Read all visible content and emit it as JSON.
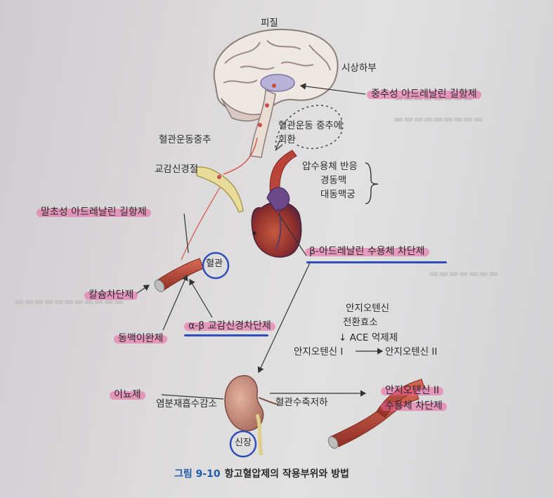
{
  "labels": {
    "cortex": "피질",
    "hypothalamus": "시상하부",
    "central_agonist": "중추성 아드레날린 길항제",
    "vasomotor_center": "혈관운동중추",
    "feedback_line1": "혈관운동 중추에",
    "feedback_line2": "회환",
    "ganglion": "교감신경절",
    "baro_line1": "압수용체 반응",
    "baro_line2": "경동맥",
    "baro_line3": "대동맥궁",
    "peripheral_agonist": "말초성 아드레날린 길항제",
    "vessel": "혈관",
    "ca_blocker": "칼슘차단제",
    "vasodilator": "동맥이완제",
    "ab_blocker": "α-β 교감신경차단제",
    "beta_blocker": "β-아드레날린 수용체 차단제",
    "angiotensinogen": "안지오텐신",
    "converting_enzyme": "전환효소",
    "ace_inhibitor": "↓ ACE 억제제",
    "ang1": "안지오텐신 I",
    "ang2": "안지오텐신 II",
    "diuretic": "이뇨제",
    "reabsorption": "염분재흡수감소",
    "vasoconstriction": "혈관수축저하",
    "arb_line1": "안지오텐신 II",
    "arb_line2": "수용체 차단제",
    "kidney": "신장"
  },
  "caption": {
    "number": "그림 9-10",
    "title": "항고혈압제의 작용부위와 방법"
  },
  "colors": {
    "highlight": "#ec60a0",
    "blue_pen": "#2f4fb8",
    "vessel": "#b8443a",
    "heart": "#a83a3a",
    "brain": "#e8ddd6",
    "kidney": "#c98f7e",
    "caption": "#1f5ba8"
  },
  "icons": [
    "brain-illustration",
    "heart-illustration",
    "kidney-illustration",
    "artery-illustration",
    "ganglion-illustration"
  ]
}
